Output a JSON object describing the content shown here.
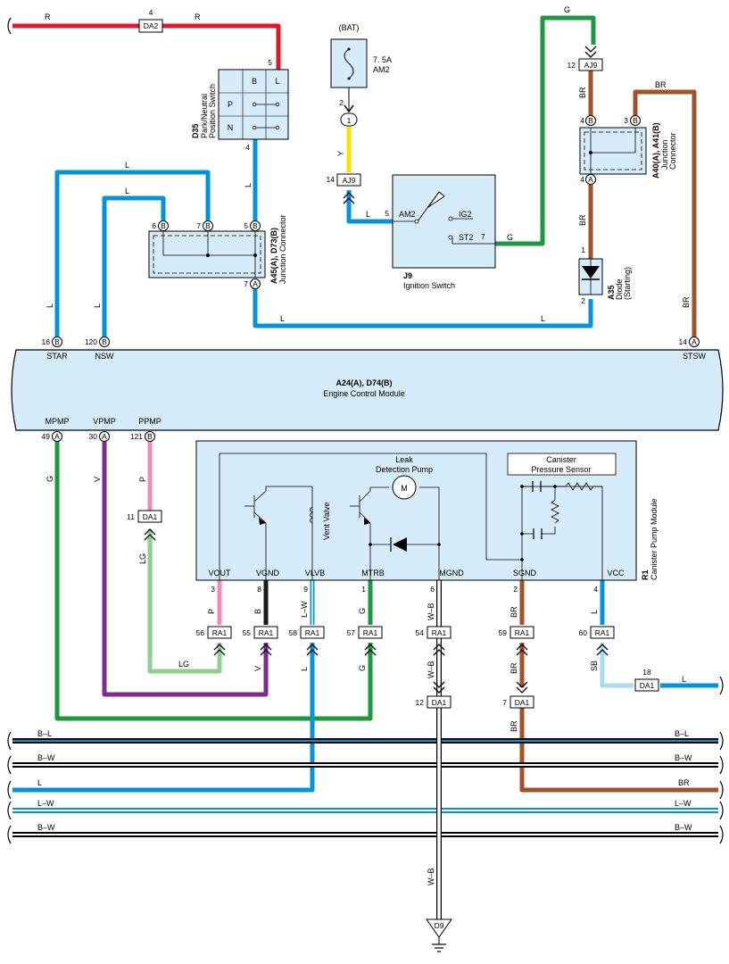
{
  "colors": {
    "R": "#e0182d",
    "L": "#0095da",
    "G": "#1a9a3d",
    "BR": "#a0522d",
    "Y": "#f5e400",
    "V": "#7b2c8f",
    "P": "#f08cb4",
    "LG": "#8fce8f",
    "B": "#1a1a1a",
    "SB": "#a8dcf5",
    "box": "#d6ecf8"
  },
  "wires": {
    "r": "R",
    "g": "G",
    "br": "BR",
    "br2": "BR",
    "l": "L",
    "l2": "L",
    "l3": "L",
    "l4": "L",
    "l5": "L",
    "l6": "L",
    "y": "Y",
    "g2": "G",
    "br3": "BR",
    "l7": "L",
    "br4": "BR",
    "g3": "G",
    "v": "V",
    "p": "P",
    "lg": "LG",
    "lg2": "LG",
    "p2": "P",
    "b": "B",
    "v2": "V",
    "lw": "L–W",
    "l8": "L",
    "g4": "G",
    "g5": "G",
    "wb": "W–B",
    "wb2": "W–B",
    "wb3": "W–B",
    "br5": "BR",
    "br6": "BR",
    "br7": "BR",
    "l9": "L",
    "sb": "SB",
    "l10": "L",
    "bl": "B–L",
    "bw": "B–W",
    "l11": "L",
    "lw2": "L–W",
    "bw2": "B–W",
    "bl_r": "B–L",
    "bw_r": "B–W",
    "br_r": "BR",
    "lw_r": "L–W",
    "bw2_r": "B–W"
  },
  "connectors": {
    "da2": "DA2",
    "aj9": "AJ9",
    "aj9b": "AJ9",
    "da1": "DA1",
    "da1b": "DA1",
    "da1c": "DA1",
    "da1d": "DA1",
    "ra1": "RA1",
    "d9": "D9"
  },
  "pins": {
    "p4": "4",
    "p5": "5",
    "p4b": "4",
    "p2": "2",
    "p1": "1",
    "p14": "14",
    "p12": "12",
    "p4c": "4",
    "p3": "3",
    "p4d": "4",
    "p1b": "1",
    "p2b": "2",
    "p6": "6",
    "p7": "7",
    "p5b": "5",
    "p7b": "7",
    "p5c": "5",
    "p7c": "7",
    "p16": "16",
    "p120": "120",
    "p14b": "14",
    "p49": "49",
    "p30": "30",
    "p121": "121",
    "p11": "11",
    "p3b": "3",
    "p8": "8",
    "p9": "9",
    "p1c": "1",
    "p6b": "6",
    "p2c": "2",
    "p4e": "4",
    "p56": "56",
    "p55": "55",
    "p58": "58",
    "p57": "57",
    "p54": "54",
    "p59": "59",
    "p60": "60",
    "p12b": "12",
    "p7d": "7",
    "p18": "18",
    "B": "B",
    "A": "A"
  },
  "components": {
    "bat": "(BAT)",
    "fuse_val": "7. 5A",
    "fuse_name": "AM2",
    "d35_id": "D35",
    "d35_name1": "Park/Neutral",
    "d35_name2": "Position Switch",
    "sw_B": "B",
    "sw_L": "L",
    "sw_P": "P",
    "sw_N": "N",
    "j9_id": "J9",
    "j9_name": "Ignition Switch",
    "ig_am2": "AM2",
    "ig_ig2": "IG2",
    "ig_st2": "ST2",
    "a40_id": "A40(A), A41(B)",
    "a40_name1": "Junction",
    "a40_name2": "Connector",
    "a35_id": "A35",
    "a35_name1": "Diode",
    "a35_name2": "(Starting)",
    "a45_id": "A45(A), D73(B)",
    "a45_name": "Junction Connector",
    "ecm_id": "A24(A), D74(B)",
    "ecm_name": "Engine Control Module",
    "ecm_star": "STAR",
    "ecm_nsw": "NSW",
    "ecm_stsw": "STSW",
    "ecm_mpmp": "MPMP",
    "ecm_vpmp": "VPMP",
    "ecm_ppmp": "PPMP",
    "r1_id": "R1",
    "r1_name": "Canister Pump Module",
    "leak1": "Leak",
    "leak2": "Detection Pump",
    "motor": "M",
    "vent": "Vent Valve",
    "cps1": "Canister",
    "cps2": "Pressure Sensor",
    "t_vout": "VOUT",
    "t_vgnd": "VGND",
    "t_vlvb": "VLVB",
    "t_mtrb": "MTRB",
    "t_mgnd": "MGND",
    "t_sgnd": "SGND",
    "t_vcc": "VCC"
  }
}
